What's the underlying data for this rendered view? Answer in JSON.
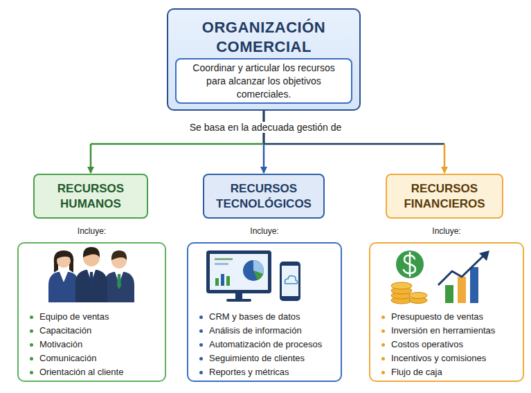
{
  "diagram": {
    "nodes": [
      {
        "text": [
          "ORGANIZACIÓN COMERCIAL"
        ]
      },
      {
        "text": [
          "Coordinar y articular los recursos para alcanzar los objetivos comerciales."
        ],
        "in": 0
      },
      {
        "text": [
          "RECURSOS HUMANOS"
        ]
      },
      {
        "text": [
          "RECURSOS TECNOLÓGICOS"
        ]
      },
      {
        "text": [
          "RECURSOS FINANCIEROS"
        ]
      },
      {
        "text": [
          "Incluye:",
          "Equipo de ventas",
          "Capacitación",
          "Motivación",
          "Comunicación",
          "Orientación al cliente"
        ]
      },
      {
        "text": [
          "Incluye:",
          "CRM y bases de datos",
          "Análisis de información",
          "Automatización de procesos",
          "Seguimiento de clientes",
          "Reportes y métricas"
        ]
      },
      {
        "text": [
          "Incluye:",
          "Presupuesto de ventas",
          "Inversión en herramientas",
          "Costos operativos",
          "Incentivos y comisiones",
          "Flujo de caja"
        ]
      }
    ],
    "edges": [
      {
        "from": 0,
        "to": 2,
        "arrow": "to"
      },
      {
        "from": 0,
        "to": 3,
        "arrow": "to"
      },
      {
        "from": 0,
        "to": 4,
        "arrow": "to"
      }
    ],
    "labels": [
      "Se basa en la adecuada gestión de"
    ]
  }
}
